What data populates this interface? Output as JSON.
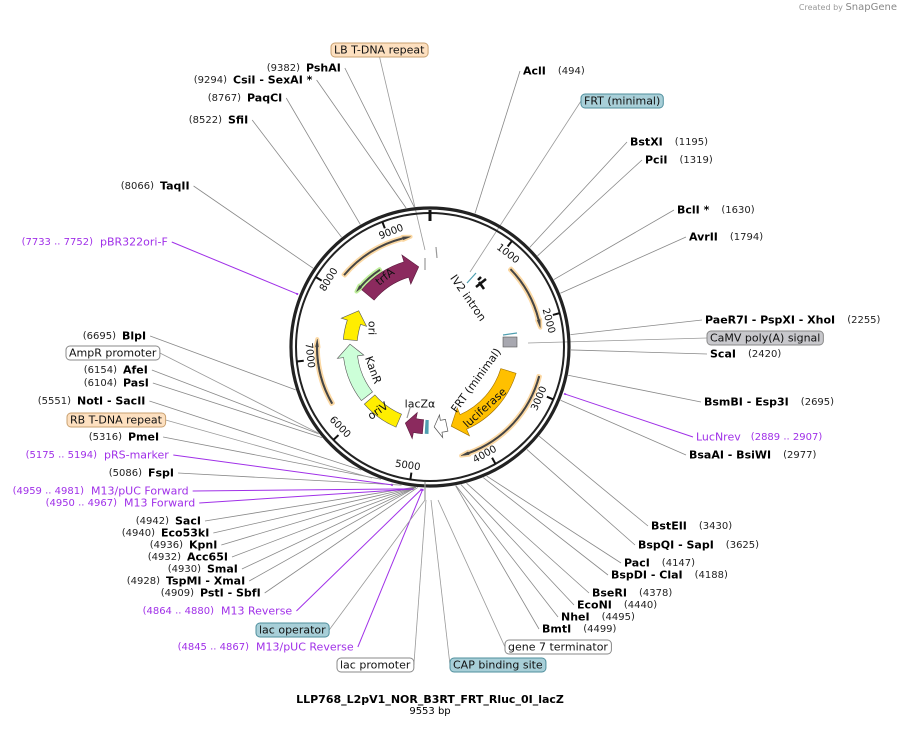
{
  "credit": {
    "prefix": "Created by",
    "brand": "SnapGene"
  },
  "title": "LLP768_L2pV1_NOR_B3RT_FRT_Rluc_0I_lacZ",
  "size_label": "9553 bp",
  "length": 9553,
  "ticks": [
    "1000",
    "2000",
    "3000",
    "4000",
    "5000",
    "6000",
    "7000",
    "8000",
    "9000"
  ],
  "colors": {
    "primer": "#a030e8",
    "maroon": "#8b2a5e",
    "yellow": "#ffee00",
    "orange": "#ffc000",
    "kanr": "#ccffd8",
    "teal_box": "#a8cfd8",
    "peach_box": "#fde0c0"
  },
  "enzymes": [
    {
      "name": "AclI",
      "pos": 494
    },
    {
      "name": "BstXI",
      "pos": 1195
    },
    {
      "name": "PciI",
      "pos": 1319
    },
    {
      "name": "BclI *",
      "pos": 1630
    },
    {
      "name": "AvrII",
      "pos": 1794
    },
    {
      "name": "PaeR7I   - PspXI   - XhoI",
      "pos": 2255
    },
    {
      "name": "ScaI",
      "pos": 2420
    },
    {
      "name": "BsmBI   - Esp3I",
      "pos": 2695
    },
    {
      "name": "BsaAI   - BsiWI",
      "pos": 2977
    },
    {
      "name": "BstEII",
      "pos": 3430
    },
    {
      "name": "BspQI   - SapI",
      "pos": 3625
    },
    {
      "name": "PacI",
      "pos": 4147
    },
    {
      "name": "BspDI   - ClaI",
      "pos": 4188
    },
    {
      "name": "BseRI",
      "pos": 4378
    },
    {
      "name": "EcoNI",
      "pos": 4440
    },
    {
      "name": "NheI",
      "pos": 4495
    },
    {
      "name": "BmtI",
      "pos": 4499
    },
    {
      "name": "PstI   - SbfI",
      "pos": 4909
    },
    {
      "name": "TspMI   - XmaI",
      "pos": 4928
    },
    {
      "name": "SmaI",
      "pos": 4930
    },
    {
      "name": "Acc65I",
      "pos": 4932
    },
    {
      "name": "KpnI",
      "pos": 4936
    },
    {
      "name": "Eco53kI",
      "pos": 4940
    },
    {
      "name": "SacI",
      "pos": 4942
    },
    {
      "name": "FspI",
      "pos": 5086
    },
    {
      "name": "PmeI",
      "pos": 5316
    },
    {
      "name": "NotI   - SacII",
      "pos": 5551
    },
    {
      "name": "PasI",
      "pos": 6104
    },
    {
      "name": "AfeI",
      "pos": 6154
    },
    {
      "name": "BlpI",
      "pos": 6695
    },
    {
      "name": "TaqII",
      "pos": 8066
    },
    {
      "name": "SfiI",
      "pos": 8522
    },
    {
      "name": "PaqCI",
      "pos": 8767
    },
    {
      "name": "CsiI   - SexAI *",
      "pos": 9294
    },
    {
      "name": "PshAI",
      "pos": 9382
    }
  ],
  "primers": [
    {
      "name": "LucNrev",
      "range": [
        2889,
        2907
      ]
    },
    {
      "name": "pBR322ori-F",
      "range": [
        7733,
        7752
      ]
    },
    {
      "name": "pRS-marker",
      "range": [
        5175,
        5194
      ]
    },
    {
      "name": "M13/pUC Forward",
      "range": [
        4959,
        4981
      ]
    },
    {
      "name": "M13 Forward",
      "range": [
        4950,
        4967
      ]
    },
    {
      "name": "M13 Reverse",
      "range": [
        4864,
        4880
      ]
    },
    {
      "name": "M13/pUC Reverse",
      "range": [
        4845,
        4867
      ]
    }
  ],
  "feature_labels": [
    {
      "name": "LB T-DNA repeat",
      "color": "#fde0c0",
      "border": "#c8a070"
    },
    {
      "name": "FRT (minimal)",
      "color": "#a8cfd8",
      "border": "#4f8f9d"
    },
    {
      "name": "CaMV poly(A) signal",
      "color": "#c8c8cc",
      "border": "#888888"
    },
    {
      "name": "AmpR promoter",
      "color": "#ffffff",
      "border": "#888888"
    },
    {
      "name": "RB T-DNA repeat",
      "color": "#fde0c0",
      "border": "#c8a070"
    },
    {
      "name": "lac operator",
      "color": "#a8cfd8",
      "border": "#4f8f9d"
    },
    {
      "name": "lac promoter",
      "color": "#ffffff",
      "border": "#888888"
    },
    {
      "name": "CAP binding site",
      "color": "#a8cfd8",
      "border": "#4f8f9d"
    },
    {
      "name": "gene 7 terminator",
      "color": "#ffffff",
      "border": "#888888"
    }
  ],
  "inner_features": {
    "trfA": "trfA",
    "ori": "ori",
    "kanr": "KanR",
    "oriv": "oriV",
    "lacz": "lacZα",
    "luciferase": "luciferase",
    "frt": "FRT (minimal)",
    "iv2": "IV2 intron"
  }
}
